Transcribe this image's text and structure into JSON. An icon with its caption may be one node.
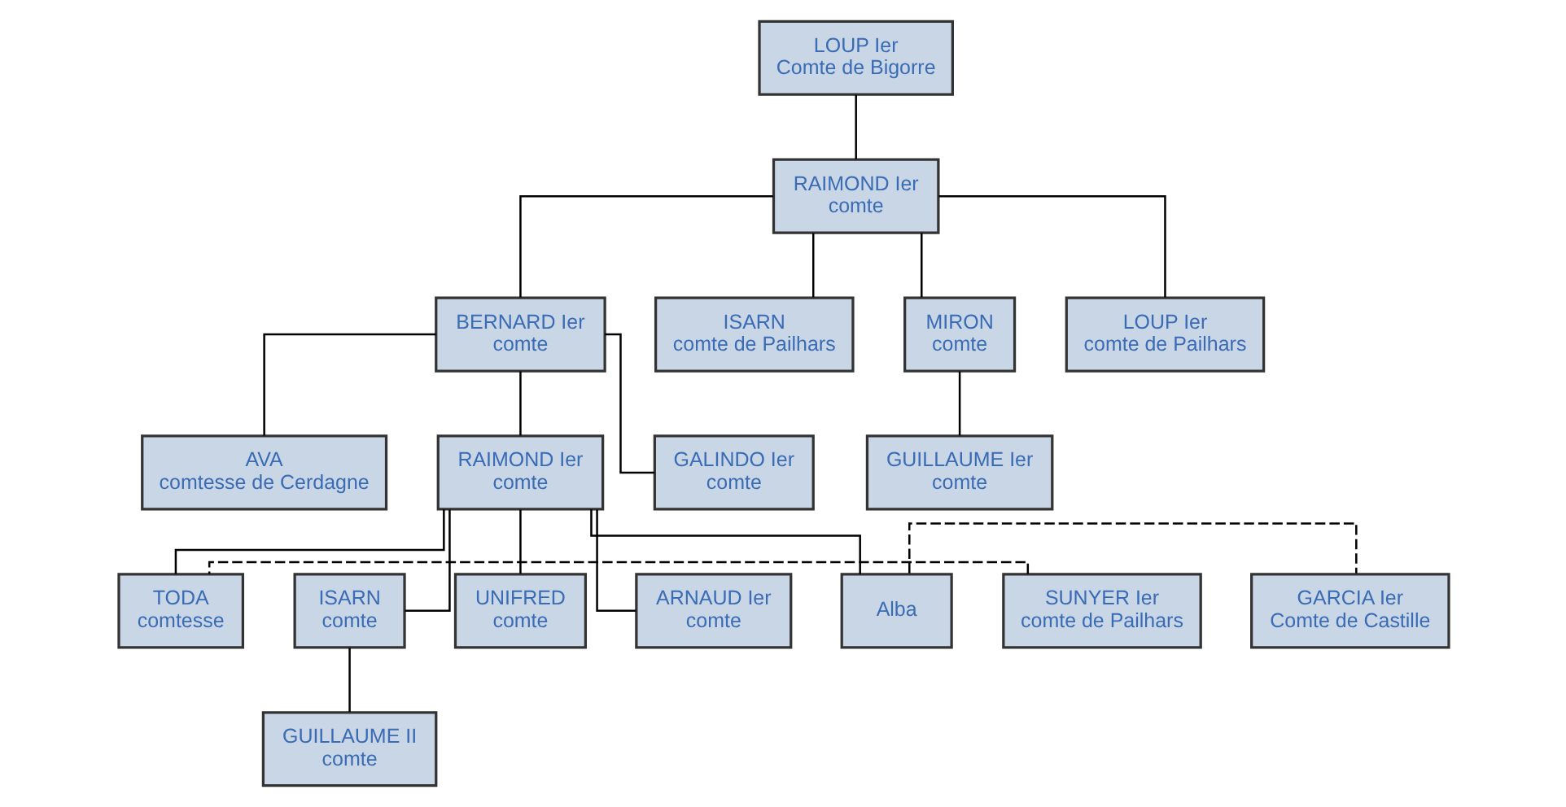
{
  "diagram": {
    "nodes": [
      {
        "text": [
          "LOUP Ier",
          "Comte de Bigorre"
        ]
      },
      {
        "text": [
          "RAIMOND Ier",
          "comte"
        ]
      },
      {
        "text": [
          "BERNARD Ier",
          "comte"
        ]
      },
      {
        "text": [
          "ISARN",
          "comte de Pailhars"
        ]
      },
      {
        "text": [
          "MIRON",
          "comte"
        ]
      },
      {
        "text": [
          "LOUP Ier",
          "comte de Pailhars"
        ]
      },
      {
        "text": [
          "AVA",
          "comtesse de Cerdagne"
        ]
      },
      {
        "text": [
          "RAIMOND Ier",
          "comte"
        ]
      },
      {
        "text": [
          "GALINDO Ier",
          "comte"
        ]
      },
      {
        "text": [
          "GUILLAUME Ier",
          "comte"
        ]
      },
      {
        "text": [
          "SUNYER Ier",
          "comte de Pailhars"
        ]
      },
      {
        "text": [
          "TODA",
          "comtesse"
        ]
      },
      {
        "text": [
          "ISARN",
          "comte"
        ]
      },
      {
        "text": [
          "UNIFRED",
          "comte"
        ]
      },
      {
        "text": [
          "ARNAUD Ier",
          "comte"
        ]
      },
      {
        "text": [
          "Alba"
        ]
      },
      {
        "text": [
          "GARCIA Ier",
          "Comte de Castille"
        ]
      },
      {
        "text": [
          "GUILLAUME II",
          "comte"
        ]
      }
    ],
    "edges": [
      {
        "from": 0,
        "to": 1,
        "arrow": "none"
      },
      {
        "from": 1,
        "to": 2,
        "arrow": "none"
      },
      {
        "from": 1,
        "to": 3,
        "arrow": "none"
      },
      {
        "from": 1,
        "to": 4,
        "arrow": "none"
      },
      {
        "from": 1,
        "to": 5,
        "arrow": "none"
      },
      {
        "from": 2,
        "to": 6,
        "arrow": "none"
      },
      {
        "from": 2,
        "to": 7,
        "arrow": "none"
      },
      {
        "from": 2,
        "to": 8,
        "arrow": "none"
      },
      {
        "from": 4,
        "to": 9,
        "arrow": "none"
      },
      {
        "from": 7,
        "to": 11,
        "arrow": "none"
      },
      {
        "from": 7,
        "to": 12,
        "arrow": "none"
      },
      {
        "from": 7,
        "to": 13,
        "arrow": "none"
      },
      {
        "from": 7,
        "to": 14,
        "arrow": "none"
      },
      {
        "from": 7,
        "to": 15,
        "arrow": "none"
      },
      {
        "from": 12,
        "to": 17,
        "arrow": "none"
      },
      {
        "from": 10,
        "to": 11,
        "arrow": "none",
        "style": "dashed"
      },
      {
        "from": 15,
        "to": 16,
        "arrow": "none",
        "style": "dashed"
      }
    ]
  }
}
